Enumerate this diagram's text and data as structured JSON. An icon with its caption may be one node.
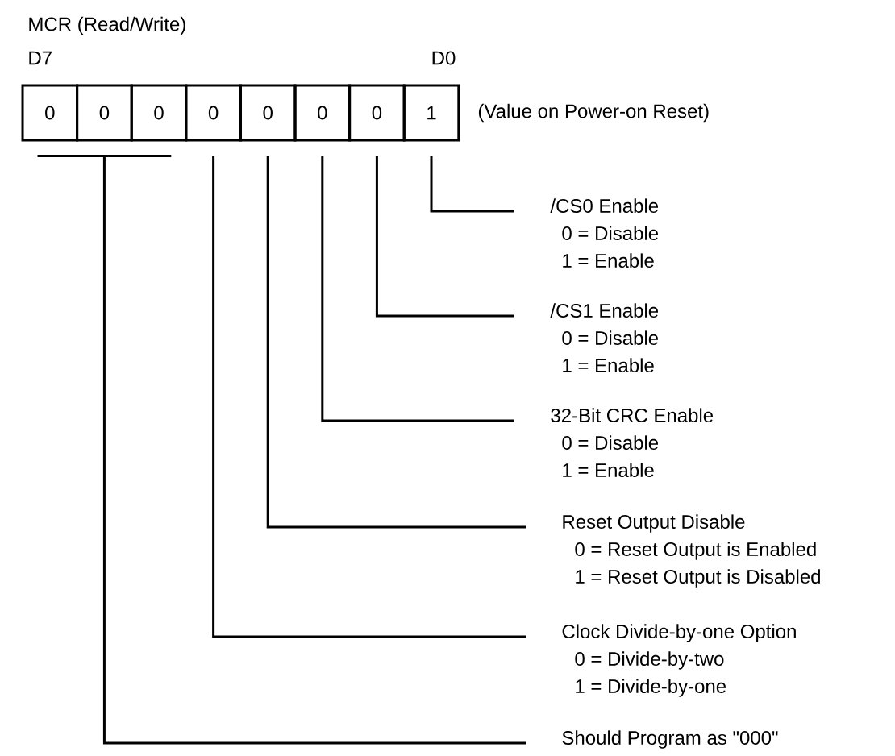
{
  "diagram": {
    "title": "MCR (Read/Write)",
    "nodes": [
      {
        "text": [
          "0"
        ]
      },
      {
        "text": [
          "0"
        ]
      },
      {
        "text": [
          "0"
        ]
      },
      {
        "text": [
          "0"
        ]
      },
      {
        "text": [
          "0"
        ]
      },
      {
        "text": [
          "0"
        ]
      },
      {
        "text": [
          "0"
        ]
      },
      {
        "text": [
          "1"
        ]
      },
      {
        "text": [
          "/CS0 Enable",
          "0 = Disable",
          "1 = Enable"
        ]
      },
      {
        "text": [
          "/CS1 Enable",
          "0 = Disable",
          "1 = Enable"
        ]
      },
      {
        "text": [
          "32-Bit CRC Enable",
          "0 = Disable",
          "1 = Enable"
        ]
      },
      {
        "text": [
          "Reset Output Disable",
          "0 = Reset Output is Enabled",
          "1 = Reset Output is Disabled"
        ]
      },
      {
        "text": [
          "Clock Divide-by-one Option",
          "0 = Divide-by-two",
          "1 = Divide-by-one"
        ]
      },
      {
        "text": [
          "Should Program as \"000\""
        ]
      }
    ],
    "edges": [
      {
        "from": 7,
        "to": 8,
        "arrow": "none"
      },
      {
        "from": 6,
        "to": 9,
        "arrow": "none"
      },
      {
        "from": 5,
        "to": 10,
        "arrow": "none"
      },
      {
        "from": 4,
        "to": 11,
        "arrow": "none"
      },
      {
        "from": 3,
        "to": 12,
        "arrow": "none"
      },
      {
        "from": 0,
        "to": 13,
        "arrow": "none"
      },
      {
        "from": 1,
        "to": 13,
        "arrow": "none"
      },
      {
        "from": 2,
        "to": 13,
        "arrow": "none"
      }
    ],
    "labels": [
      "D7",
      "D0",
      "(Value on Power-on Reset)"
    ]
  }
}
